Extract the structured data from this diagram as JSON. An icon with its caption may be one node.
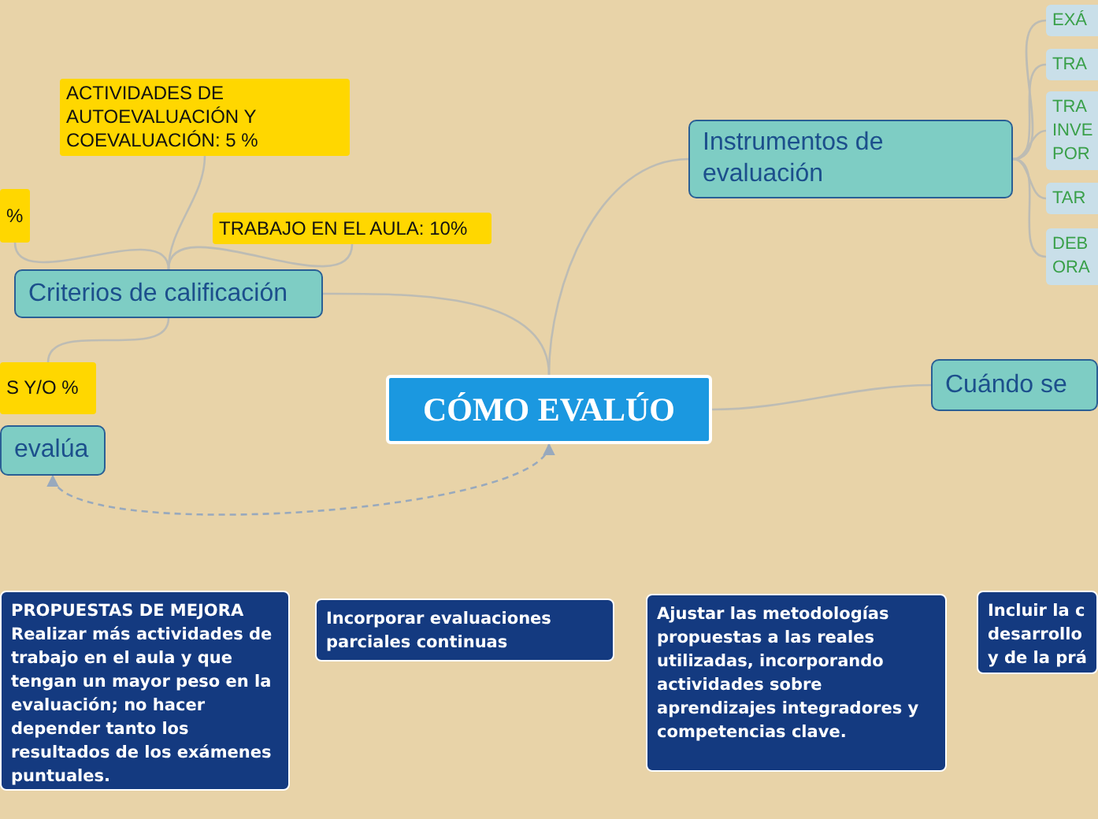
{
  "diagram": {
    "nodes": [
      {
        "text": [
          "CÓMO EVALÚO"
        ]
      },
      {
        "text": [
          "Instrumentos de evaluación"
        ]
      },
      {
        "text": [
          "EXÁ"
        ]
      },
      {
        "text": [
          "TRA"
        ]
      },
      {
        "text": [
          "TRA INVE POR"
        ]
      },
      {
        "text": [
          "TAR"
        ]
      },
      {
        "text": [
          "DEB ORA"
        ]
      },
      {
        "text": [
          "Cuándo se"
        ]
      },
      {
        "text": [
          "Criterios de calificación"
        ]
      },
      {
        "text": [
          "ACTIVIDADES DE AUTOEVALUACIÓN Y COEVALUACIÓN: 5 %"
        ]
      },
      {
        "text": [
          "%"
        ]
      },
      {
        "text": [
          "TRABAJO EN EL AULA: 10%"
        ]
      },
      {
        "text": [
          "S Y/O %"
        ]
      },
      {
        "text": [
          "evalúa"
        ]
      },
      {
        "text": [
          "PROPUESTAS DE MEJORA",
          "Realizar más actividades de trabajo en el aula y que tengan un mayor peso en la evaluación; no hacer depender tanto los resultados de los exámenes puntuales."
        ]
      },
      {
        "text": [
          "Incorporar evaluaciones parciales continuas"
        ]
      },
      {
        "text": [
          "Ajustar las metodologías propuestas a las reales utilizadas, incorporando actividades sobre aprendizajes integradores y competencias clave."
        ]
      },
      {
        "text": [
          "Incluir la c desarrollo y de la prá"
        ]
      }
    ],
    "edges": [
      {
        "from": 0,
        "to": 1,
        "arrow": "none"
      },
      {
        "from": 1,
        "to": 2,
        "arrow": "none"
      },
      {
        "from": 1,
        "to": 3,
        "arrow": "none"
      },
      {
        "from": 1,
        "to": 4,
        "arrow": "none"
      },
      {
        "from": 1,
        "to": 5,
        "arrow": "none"
      },
      {
        "from": 1,
        "to": 6,
        "arrow": "none"
      },
      {
        "from": 0,
        "to": 7,
        "arrow": "none"
      },
      {
        "from": 0,
        "to": 8,
        "arrow": "none"
      },
      {
        "from": 8,
        "to": 9,
        "arrow": "none"
      },
      {
        "from": 8,
        "to": 10,
        "arrow": "none"
      },
      {
        "from": 8,
        "to": 11,
        "arrow": "none"
      },
      {
        "from": 8,
        "to": 12,
        "arrow": "none"
      },
      {
        "from": 0,
        "to": 13,
        "arrow": "both",
        "style": "dashed"
      }
    ]
  }
}
